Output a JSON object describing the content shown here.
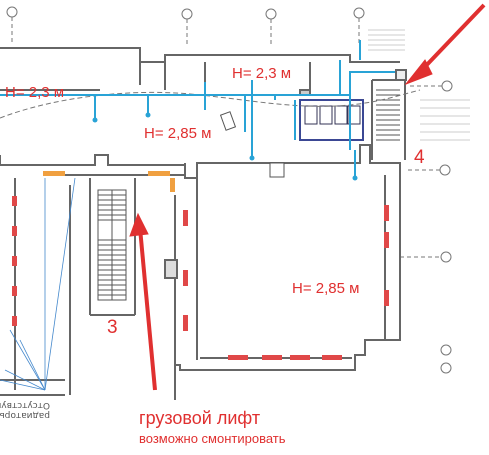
{
  "plan": {
    "height_labels": {
      "top_left": "H= 2,3 м",
      "top_center": "H= 2,3 м",
      "middle_left": "H= 2,85 м",
      "main_hall": "H= 2,85 м"
    },
    "room_numbers": {
      "stair_room": "3",
      "right_side": "4"
    },
    "caption": {
      "line1": "грузовой лифт",
      "line2": "возможно смонтировать"
    },
    "mirrored_note": {
      "line1": "Отсутствуют",
      "line2": "радиаторы"
    },
    "colors": {
      "annotation_red": "#e03030",
      "pipe_blue": "#29a3d6",
      "wall_gray": "#666666",
      "radiator_orange": "#f0a040",
      "window_red": "#e04848"
    }
  }
}
